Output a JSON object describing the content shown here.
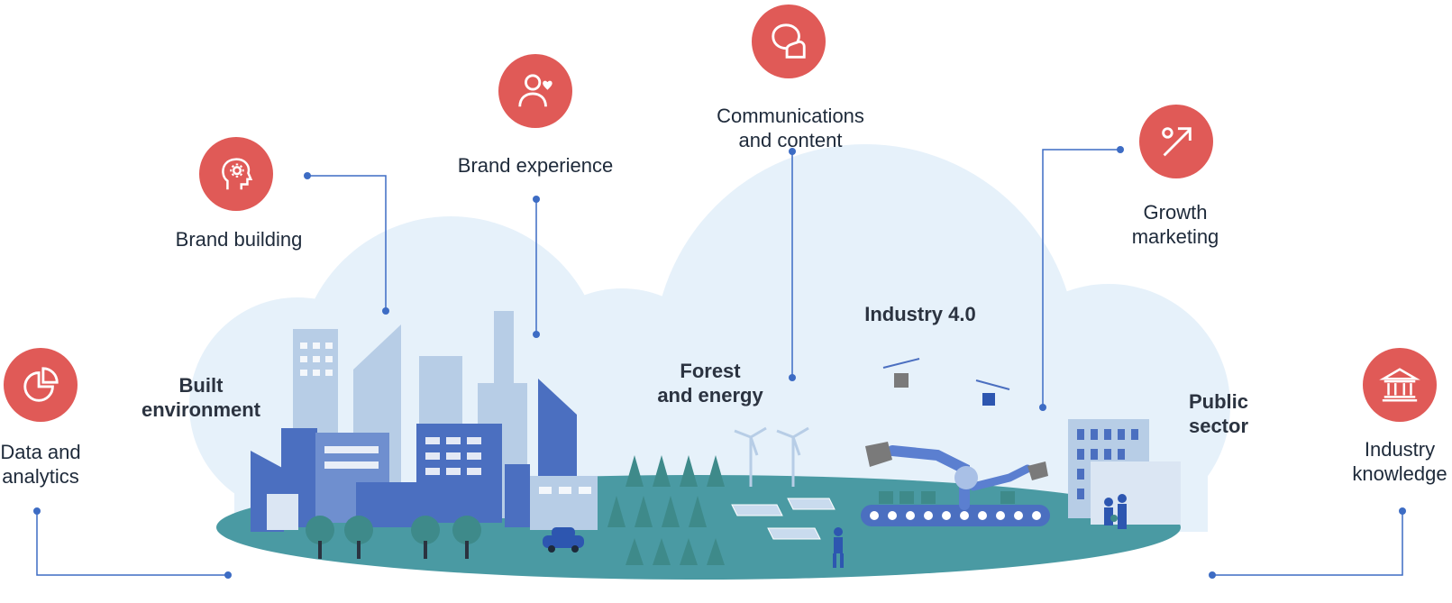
{
  "colors": {
    "accent": "#e05a57",
    "connector": "#3d6cc4",
    "cloud": "#e6f1fa",
    "ground": "#4a9aa3",
    "building_dark": "#4b6fc0",
    "building_light": "#b7cde6",
    "tree": "#3e8a8a"
  },
  "services": [
    {
      "id": "data-and-analytics",
      "label": "Data and\nanalytics",
      "icon": "pie-chart-icon"
    },
    {
      "id": "brand-building",
      "label": "Brand building",
      "icon": "head-gear-icon"
    },
    {
      "id": "brand-experience",
      "label": "Brand experience",
      "icon": "person-heart-icon"
    },
    {
      "id": "communications-and-content",
      "label": "Communications\nand content",
      "icon": "speech-bubbles-icon"
    },
    {
      "id": "growth-marketing",
      "label": "Growth\nmarketing",
      "icon": "percent-arrow-icon"
    },
    {
      "id": "industry-knowledge",
      "label": "Industry\nknowledge",
      "icon": "bank-building-icon"
    }
  ],
  "sectors": [
    {
      "id": "built-environment",
      "label": "Built\nenvironment"
    },
    {
      "id": "forest-and-energy",
      "label": "Forest\nand energy"
    },
    {
      "id": "industry-4",
      "label": "Industry 4.0"
    },
    {
      "id": "public-sector",
      "label": "Public\nsector"
    }
  ]
}
